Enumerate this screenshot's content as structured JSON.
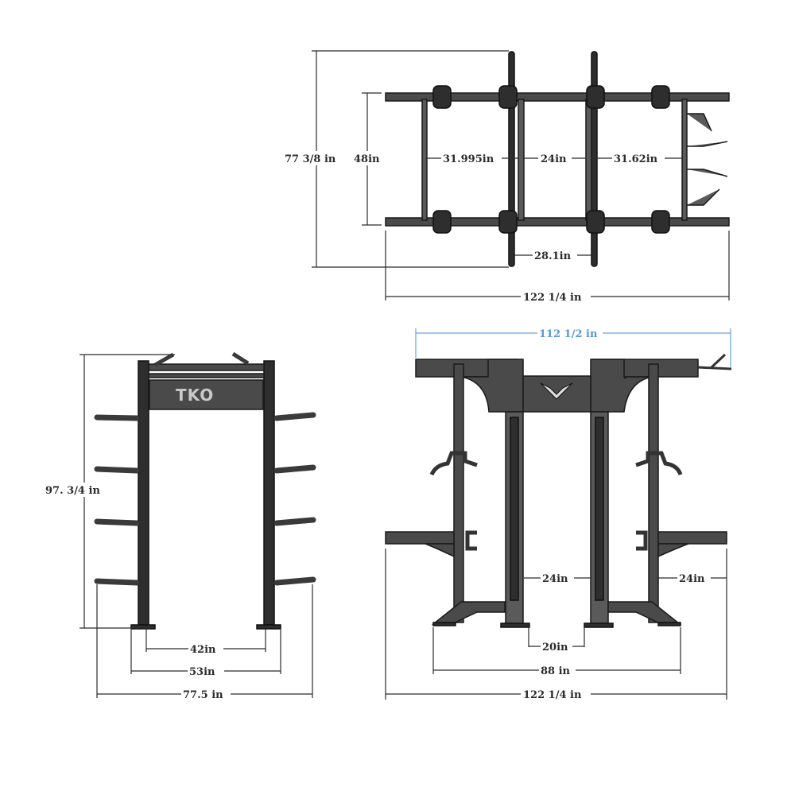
{
  "diagram": {
    "subject": "TKO power rack dimension drawings",
    "brand_logo": "TKO",
    "views": {
      "top_view": {
        "overall_depth": "77 3/8 in",
        "inner_depth": "48in",
        "bay_left": "31.995in",
        "bay_center": "24in",
        "bay_right": "31.62in",
        "upright_spacing": "28.1in",
        "overall_length": "122 1/4 in"
      },
      "side_view": {
        "overall_height": "97. 3/4 in",
        "inner_width": "42in",
        "base_width": "53in",
        "overall_width": "77.5 in"
      },
      "front_view": {
        "top_beam_length": "112 1/2 in",
        "center_opening": "24in",
        "side_arm": "24in",
        "center_base_gap": "20in",
        "base_span": "88 in",
        "overall_length": "122 1/4 in"
      }
    },
    "colors": {
      "dimension_line": "#2b2b2b",
      "highlight_dimension": "#5b97d6",
      "steel": "#4a4a4a"
    }
  }
}
